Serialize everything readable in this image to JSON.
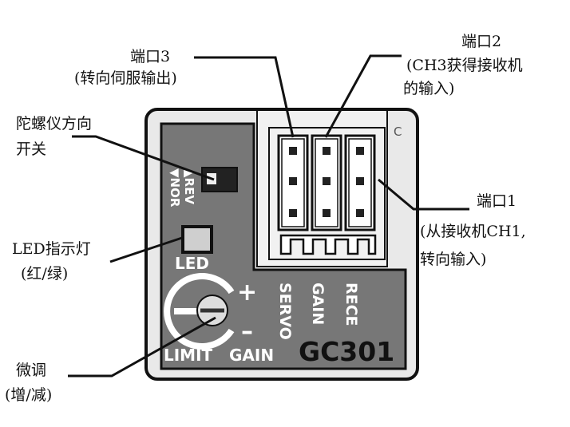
{
  "callouts": {
    "port3": {
      "title": "端口3",
      "desc": "(转向伺服输出)"
    },
    "port2": {
      "title": "端口2",
      "desc_line1": "(CH3获得接收机",
      "desc_line2": "的输入)"
    },
    "gyro_switch": {
      "line1": "陀螺仪方向",
      "line2": "开关"
    },
    "port1": {
      "title": "端口1",
      "desc_line1": "(从接收机CH1,",
      "desc_line2": "转向输入)"
    },
    "led": {
      "line1": "LED指示灯",
      "line2": "(红/绿)"
    },
    "trim": {
      "line1": "微调",
      "line2": "(增/减)"
    }
  },
  "device": {
    "model": "GC301",
    "switch_rev": "▲REV",
    "switch_nor": "▼NOR",
    "led_label": "LED",
    "port_labels": [
      "SERVO",
      "GAIN",
      "RECE"
    ],
    "limit_label": "LIMIT",
    "gain_label": "GAIN",
    "plus": "+",
    "minus": "–",
    "corner_mark": "C"
  },
  "colors": {
    "panel": "#777777",
    "body": "#e9e9e9",
    "outline": "#111111",
    "connector": "#ffffff",
    "pin": "#222222"
  }
}
